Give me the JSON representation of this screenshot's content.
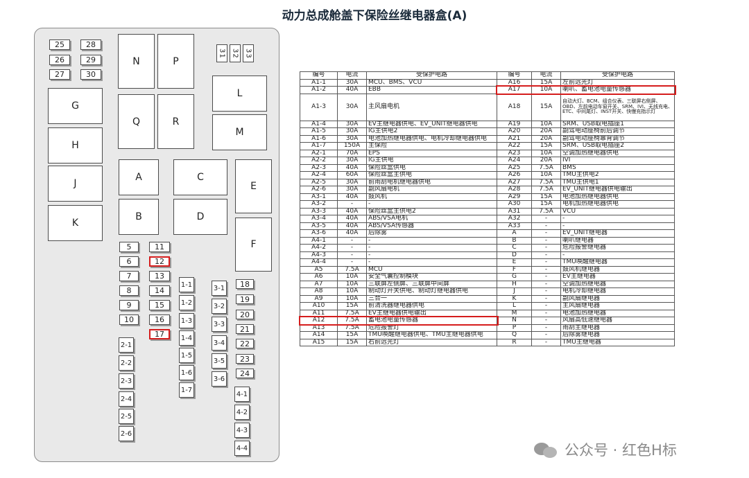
{
  "title": "动力总成舱盖下保险丝继电器盒(A)",
  "diagram": {
    "fuses_top_left": [
      "25",
      "28",
      "26",
      "29",
      "27",
      "30"
    ],
    "fuses_top_right": [
      "31",
      "32",
      "33"
    ],
    "relays": [
      "N",
      "P",
      "Q",
      "R",
      "G",
      "H",
      "J",
      "K",
      "L",
      "M",
      "A",
      "B",
      "C",
      "D",
      "E",
      "F"
    ],
    "col1": [
      "5",
      "6",
      "7",
      "8",
      "9",
      "10"
    ],
    "col2": [
      "11",
      "12",
      "13",
      "14",
      "15",
      "16",
      "17"
    ],
    "col3": [
      "1-1",
      "1-2",
      "1-3",
      "1-4",
      "1-5",
      "1-6",
      "1-7"
    ],
    "col4": [
      "3-1",
      "3-2",
      "3-3",
      "3-4",
      "3-5",
      "3-6"
    ],
    "col5": [
      "18",
      "19",
      "20",
      "21",
      "22",
      "23",
      "24"
    ],
    "col6": [
      "2-1",
      "2-2",
      "2-3",
      "2-4",
      "2-5",
      "2-6"
    ],
    "col7": [
      "4-1",
      "4-2",
      "4-3",
      "4-4"
    ],
    "highlighted": [
      "12",
      "17"
    ]
  },
  "table": {
    "headers": [
      "编号",
      "电流",
      "受保护电路",
      "编号",
      "电流",
      "受保护电路"
    ],
    "rows": [
      [
        "A1-1",
        "30A",
        "MCU、BMS、VCU",
        "A16",
        "15A",
        "左前远光灯"
      ],
      [
        "A1-2",
        "40A",
        "EBB",
        "A17",
        "10A",
        "喇叭、蓄电池电量传感器"
      ],
      [
        "A1-3",
        "30A",
        "主风扇电机",
        "A18",
        "15A",
        "自动大灯、BCM、组合仪表、三联屏右侧屏、OBD、左前电动车窗开关、SRM、IVI、无线充电、ETC、中间尾灯、INST开关、快慢充指示灯"
      ],
      [
        "A1-4",
        "30A",
        "EV主继电器供电、EV_UNIT继电器供电",
        "A19",
        "10A",
        "SRM、USB取电插座1"
      ],
      [
        "A1-5",
        "30A",
        "IG主供电2",
        "A20",
        "20A",
        "副驾电动座椅前后调节"
      ],
      [
        "A1-6",
        "30A",
        "电池加热继电器供电、电机冷却继电器供电",
        "A21",
        "20A",
        "副驾电动座椅靠背调节"
      ],
      [
        "A1-7",
        "150A",
        "主保险",
        "A22",
        "15A",
        "SRM、USB取电插座2"
      ],
      [
        "A2-1",
        "70A",
        "EPS",
        "A23",
        "10A",
        "空调加热继电器供电"
      ],
      [
        "A2-2",
        "30A",
        "IG主供电",
        "A24",
        "20A",
        "IVI"
      ],
      [
        "A2-3",
        "40A",
        "保险丝盒供电",
        "A25",
        "7.5A",
        "BMS"
      ],
      [
        "A2-4",
        "60A",
        "保险丝盒主供电",
        "A26",
        "10A",
        "TMU主供电2"
      ],
      [
        "A2-5",
        "30A",
        "前雨刮电机继电器供电",
        "A27",
        "7.5A",
        "TMU主供电1"
      ],
      [
        "A2-6",
        "30A",
        "副风扇电机",
        "A28",
        "7.5A",
        "EV_UNIT继电器供电输出"
      ],
      [
        "A3-1",
        "40A",
        "鼓风机",
        "A29",
        "15A",
        "电池加热继电器供电"
      ],
      [
        "A3-2",
        "-",
        "-",
        "A30",
        "15A",
        "电机加热继电器供电"
      ],
      [
        "A3-3",
        "40A",
        "保险丝盒主供电2",
        "A31",
        "7.5A",
        "VCU"
      ],
      [
        "A3-4",
        "40A",
        "ABS/VSA电机",
        "A32",
        "-",
        "-"
      ],
      [
        "A3-5",
        "40A",
        "ABS/VSA传感器",
        "A33",
        "-",
        "-"
      ],
      [
        "A3-6",
        "40A",
        "后除雾",
        "A",
        "-",
        "EV_UNIT继电器"
      ],
      [
        "A4-1",
        "-",
        "-",
        "B",
        "-",
        "喇叭继电器"
      ],
      [
        "A4-2",
        "-",
        "-",
        "C",
        "-",
        "危险报警继电器"
      ],
      [
        "A4-3",
        "-",
        "-",
        "D",
        "-",
        "-"
      ],
      [
        "A4-4",
        "-",
        "-",
        "E",
        "-",
        "TMU唤醒继电器"
      ],
      [
        "A5",
        "7.5A",
        "MCU",
        "F",
        "-",
        "鼓风机继电器"
      ],
      [
        "A6",
        "10A",
        "安全气囊控制模块",
        "G",
        "-",
        "EV主继电器"
      ],
      [
        "A7",
        "10A",
        "三联屏左侧屏、三联屏中间屏",
        "H",
        "-",
        "空调加热继电器"
      ],
      [
        "A8",
        "10A",
        "制动灯开关供电、制动灯继电器供电",
        "J",
        "-",
        "电机冷却继电器"
      ],
      [
        "A9",
        "10A",
        "三合一",
        "K",
        "-",
        "副风扇继电器"
      ],
      [
        "A10",
        "15A",
        "前清洗器继电器供电",
        "L",
        "-",
        "主风扇继电器"
      ],
      [
        "A11",
        "7.5A",
        "EV主继电器供电输出",
        "M",
        "-",
        "电池加热继电器"
      ],
      [
        "A12",
        "7.5A",
        "蓄电池电量传感器",
        "N",
        "-",
        "风扇高低速继电器"
      ],
      [
        "A13",
        "7.5A",
        "危险报警灯",
        "P",
        "-",
        "雨刮主继电器"
      ],
      [
        "A14",
        "15A",
        "TMU唤醒继电器供电、TMU主继电器供电",
        "Q",
        "-",
        "后除雾继电器"
      ],
      [
        "A15",
        "15A",
        "右前远光灯",
        "R",
        "-",
        "TMU主继电器"
      ]
    ]
  },
  "watermark": "公众号 · 红色H标",
  "colors": {
    "highlight": "#d51c1c",
    "box_bg": "#e9e9e9"
  }
}
